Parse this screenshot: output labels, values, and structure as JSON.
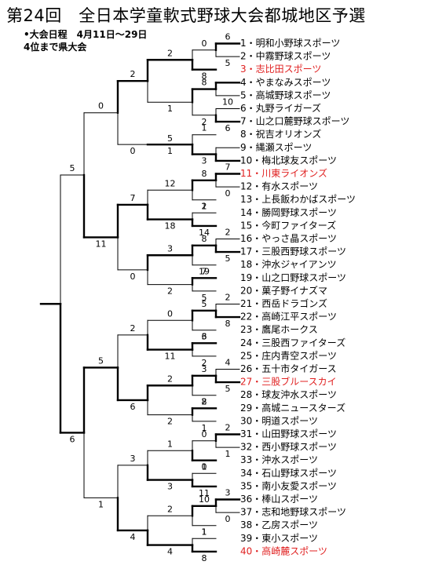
{
  "title": "第24回　全日本学童軟式野球大会都城地区予選",
  "info": {
    "schedule": "•大会日程　4月11日～29日",
    "note": "4位まで県大会"
  },
  "colors": {
    "highlight": "#e02020",
    "line": "#000000"
  },
  "teams": [
    {
      "label": "1・明和小野球スポーツ",
      "highlight": false
    },
    {
      "label": "2・中霧野球スポーツ",
      "highlight": false
    },
    {
      "label": "3・志比田スポーツ",
      "highlight": true
    },
    {
      "label": "4・やまなみスポーツ",
      "highlight": false
    },
    {
      "label": "5・高城野球スポーツ",
      "highlight": false
    },
    {
      "label": "6・丸野ライガーズ",
      "highlight": false
    },
    {
      "label": "7・山之口麓野球スポーツ",
      "highlight": false
    },
    {
      "label": "8・祝吉オリオンズ",
      "highlight": false
    },
    {
      "label": "9・縄瀬スポーツ",
      "highlight": false
    },
    {
      "label": "10・梅北球友スポーツ",
      "highlight": false
    },
    {
      "label": "11・川東ライオンズ",
      "highlight": true
    },
    {
      "label": "12・有水スポーツ",
      "highlight": false
    },
    {
      "label": "13・上長飯わかばスポーツ",
      "highlight": false
    },
    {
      "label": "14・勝岡野球スポーツ",
      "highlight": false
    },
    {
      "label": "15・今町ファイターズ",
      "highlight": false
    },
    {
      "label": "16・やっさ晶スポーツ",
      "highlight": false
    },
    {
      "label": "17・三股西野球スポーツ",
      "highlight": false
    },
    {
      "label": "18・沖水ジャイアンツ",
      "highlight": false
    },
    {
      "label": "19・山之口野球スポーツ",
      "highlight": false
    },
    {
      "label": "20・菓子野イナズマ",
      "highlight": false
    },
    {
      "label": "21・西岳ドラゴンズ",
      "highlight": false
    },
    {
      "label": "22・高崎江平スポーツ",
      "highlight": false
    },
    {
      "label": "23・鷹尾ホークス",
      "highlight": false
    },
    {
      "label": "24・三股西ファイターズ",
      "highlight": false
    },
    {
      "label": "25・庄内青空スポーツ",
      "highlight": false
    },
    {
      "label": "26・五十市タイガース",
      "highlight": false
    },
    {
      "label": "27・三股ブルースカイ",
      "highlight": true
    },
    {
      "label": "28・球友沖水スポーツ",
      "highlight": false
    },
    {
      "label": "29・高城ニュースターズ",
      "highlight": false
    },
    {
      "label": "30・明道スポーツ",
      "highlight": false
    },
    {
      "label": "31・山田野球スポーツ",
      "highlight": false
    },
    {
      "label": "32・西小野球スポーツ",
      "highlight": false
    },
    {
      "label": "33・沖水スポーツ",
      "highlight": false
    },
    {
      "label": "34・石山野球スポーツ",
      "highlight": false
    },
    {
      "label": "35・南小友愛スポーツ",
      "highlight": false
    },
    {
      "label": "36・棒山スポーツ",
      "highlight": false
    },
    {
      "label": "37・志和地野球スポーツ",
      "highlight": false
    },
    {
      "label": "38・乙房スポーツ",
      "highlight": false
    },
    {
      "label": "39・東小スポーツ",
      "highlight": false
    },
    {
      "label": "40・高崎麓スポーツ",
      "highlight": true
    }
  ],
  "matches": [
    {
      "id": "a1",
      "children": [
        0,
        1
      ],
      "scores": [
        "6",
        "5"
      ],
      "winner": 0
    },
    {
      "id": "a2",
      "children": [
        3,
        4
      ],
      "scores": [
        "",
        ""
      ],
      "winner": 0
    },
    {
      "id": "a3",
      "children": [
        5,
        6
      ],
      "scores": [
        "10",
        "6"
      ],
      "winner": 1
    },
    {
      "id": "a4",
      "children": [
        8,
        9
      ],
      "scores": [
        "",
        ""
      ],
      "winner": 1
    },
    {
      "id": "a5",
      "children": [
        10,
        11
      ],
      "scores": [
        "7",
        "0"
      ],
      "winner": 0
    },
    {
      "id": "a6",
      "children": [
        15,
        16
      ],
      "scores": [
        "2",
        "5"
      ],
      "winner": 1
    },
    {
      "id": "a7",
      "children": [
        20,
        21
      ],
      "scores": [
        "2",
        "8"
      ],
      "winner": 1
    },
    {
      "id": "a8",
      "children": [
        25,
        26
      ],
      "scores": [
        "4",
        "5"
      ],
      "winner": 1
    },
    {
      "id": "a9",
      "children": [
        30,
        31
      ],
      "scores": [
        "2",
        "1"
      ],
      "winner": 0
    },
    {
      "id": "a10",
      "children": [
        35,
        36
      ],
      "scores": [
        "3",
        "0"
      ],
      "winner": 0
    },
    {
      "id": "b1",
      "children": [
        "a1",
        2
      ],
      "scores": [
        "0",
        "8"
      ],
      "winner": 1
    },
    {
      "id": "b2",
      "children": [
        "a2",
        "a3"
      ],
      "scores": [
        "8",
        "2"
      ],
      "winner": 0
    },
    {
      "id": "b3",
      "children": [
        7,
        "a4"
      ],
      "scores": [
        "1",
        "3"
      ],
      "winner": 1
    },
    {
      "id": "b4",
      "children": [
        "a5",
        12
      ],
      "scores": [
        "8",
        "1"
      ],
      "winner": 0
    },
    {
      "id": "b5",
      "children": [
        13,
        14
      ],
      "scores": [
        "2",
        "14"
      ],
      "winner": 1
    },
    {
      "id": "b6",
      "children": [
        "a6",
        17
      ],
      "scores": [
        "8",
        "7"
      ],
      "winner": 0
    },
    {
      "id": "b7",
      "children": [
        18,
        19
      ],
      "scores": [
        "19",
        "5"
      ],
      "winner": 0
    },
    {
      "id": "b8",
      "children": [
        "a7",
        22
      ],
      "scores": [
        "5",
        "3"
      ],
      "winner": 0
    },
    {
      "id": "b9",
      "children": [
        23,
        24
      ],
      "scores": [
        "6",
        "2"
      ],
      "winner": 0
    },
    {
      "id": "b10",
      "children": [
        "a8",
        27
      ],
      "scores": [
        "3",
        "2"
      ],
      "winner": 0
    },
    {
      "id": "b11",
      "children": [
        28,
        29
      ],
      "scores": [
        "8",
        "1"
      ],
      "winner": 0
    },
    {
      "id": "b12",
      "children": [
        "a9",
        32
      ],
      "scores": [
        "0",
        "1"
      ],
      "winner": 1
    },
    {
      "id": "b13",
      "children": [
        33,
        34
      ],
      "scores": [
        "0",
        "11"
      ],
      "winner": 1
    },
    {
      "id": "b14",
      "children": [
        "a10",
        37
      ],
      "scores": [
        "10",
        "1"
      ],
      "winner": 0
    },
    {
      "id": "b15",
      "children": [
        38,
        39
      ],
      "scores": [
        "1",
        "8"
      ],
      "winner": 1
    },
    {
      "id": "c1",
      "children": [
        "b1",
        "b2"
      ],
      "scores": [
        "2",
        "1"
      ],
      "winner": 0
    },
    {
      "id": "c2",
      "children": [
        "b3",
        null
      ],
      "scores": [
        "5",
        "1"
      ],
      "winner": 0
    },
    {
      "id": "c3",
      "children": [
        "b4",
        "b5"
      ],
      "scores": [
        "12",
        "18"
      ],
      "winner": 1
    },
    {
      "id": "c4",
      "children": [
        "b6",
        "b7"
      ],
      "scores": [
        "3",
        "2"
      ],
      "winner": 0
    },
    {
      "id": "c5",
      "children": [
        "b8",
        "b9"
      ],
      "scores": [
        "0",
        "11"
      ],
      "winner": 1
    },
    {
      "id": "c6",
      "children": [
        "b10",
        "b11"
      ],
      "scores": [
        "2",
        "2"
      ],
      "winner": 0
    },
    {
      "id": "c7",
      "children": [
        "b12",
        "b13"
      ],
      "scores": [
        "1",
        "3"
      ],
      "winner": 1
    },
    {
      "id": "c8",
      "children": [
        "b14",
        "b15"
      ],
      "scores": [
        "2",
        "4"
      ],
      "winner": 1
    },
    {
      "id": "d1",
      "children": [
        "c1",
        "c2"
      ],
      "scores": [
        "2",
        "0"
      ],
      "winner": 0
    },
    {
      "id": "d2",
      "children": [
        "c3",
        "c4"
      ],
      "scores": [
        "7",
        "0"
      ],
      "winner": 0
    },
    {
      "id": "d3",
      "children": [
        "c5",
        "c6"
      ],
      "scores": [
        "2",
        "6"
      ],
      "winner": 1
    },
    {
      "id": "d4",
      "children": [
        "c7",
        "c8"
      ],
      "scores": [
        "3",
        "4"
      ],
      "winner": 1
    },
    {
      "id": "e1",
      "children": [
        "d1",
        "d2"
      ],
      "scores": [
        "0",
        "11"
      ],
      "winner": 1
    },
    {
      "id": "e2",
      "children": [
        "d3",
        "d4"
      ],
      "scores": [
        "5",
        "1"
      ],
      "winner": 0
    },
    {
      "id": "f1",
      "children": [
        "e1",
        "e2"
      ],
      "scores": [
        "5",
        "6"
      ],
      "winner": 1
    }
  ]
}
